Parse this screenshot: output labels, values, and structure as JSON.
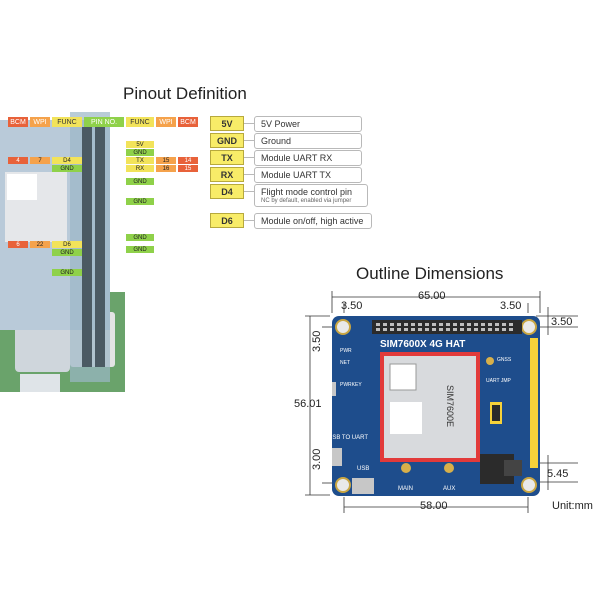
{
  "pinout": {
    "title": "Pinout Definition",
    "header_labels": [
      "BCM",
      "WPI",
      "FUNC",
      "PIN NO.",
      "FUNC",
      "WPI",
      "BCM"
    ],
    "pin_cells": [
      "5V",
      "GND",
      "TX",
      "RX",
      "GND",
      "D4",
      "D6",
      "GND",
      "4",
      "7",
      "14",
      "15",
      "15",
      "16",
      "6",
      "22"
    ],
    "legend": [
      {
        "tag": "5V",
        "desc": "5V Power",
        "note": ""
      },
      {
        "tag": "GND",
        "desc": "Ground",
        "note": ""
      },
      {
        "tag": "TX",
        "desc": "Module UART RX",
        "note": ""
      },
      {
        "tag": "RX",
        "desc": "Module UART TX",
        "note": ""
      },
      {
        "tag": "D4",
        "desc": "Flight mode control pin",
        "note": "NC by default, enabled via jumper"
      },
      {
        "tag": "D6",
        "desc": "Module on/off, high active",
        "note": ""
      }
    ]
  },
  "outline": {
    "title": "Outline Dimensions",
    "board_name": "SIM7600X 4G HAT",
    "chip_label": "SIM7600E",
    "labels": [
      "PWRKEY",
      "USB TO UART",
      "USB",
      "MAIN",
      "AUX",
      "GNSS",
      "UART JMP",
      "PWR",
      "NET"
    ],
    "dims": {
      "top_left": "3.50",
      "top_width": "65.00",
      "top_right": "3.50",
      "right_top": "3.50",
      "left_top": "3.50",
      "left_height": "56.01",
      "left_bottom": "3.00",
      "right_bottom": "5.45",
      "bottom_width": "58.00",
      "unit": "Unit:mm"
    }
  },
  "colors": {
    "board": "#1e4d8c",
    "pin_green": "#8fd14a",
    "pin_yellow": "#f2e35a",
    "pin_red": "#e8623a",
    "header_yellow": "#f6d23a"
  }
}
